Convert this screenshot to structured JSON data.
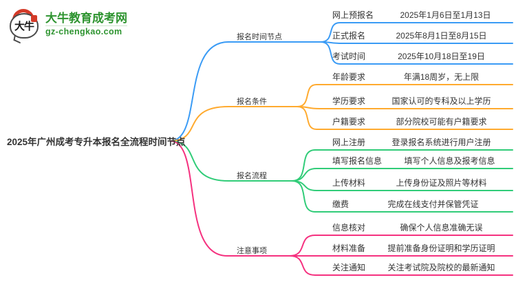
{
  "logo": {
    "icon_text": "大牛",
    "title": "大牛教育成考网",
    "url": "gz-chengkao.com"
  },
  "central": {
    "title": "2025年广州成考专升本报名全流程时间节点"
  },
  "branches": [
    {
      "label": "报名时间节点",
      "color": "#3a9bf5",
      "leaves": [
        {
          "label": "网上预报名",
          "value": "2025年1月6日至1月13日"
        },
        {
          "label": "正式报名",
          "value": "2025年8月1日至8月15日"
        },
        {
          "label": "考试时间",
          "value": "2025年10月18日至19日"
        }
      ]
    },
    {
      "label": "报名条件",
      "color": "#ffaa2e",
      "leaves": [
        {
          "label": "年龄要求",
          "value": "年满18周岁，无上限"
        },
        {
          "label": "学历要求",
          "value": "国家认可的专科及以上学历"
        },
        {
          "label": "户籍要求",
          "value": "部分院校可能有户籍要求"
        }
      ]
    },
    {
      "label": "报名流程",
      "color": "#30cc78",
      "leaves": [
        {
          "label": "网上注册",
          "value": "登录报名系统进行用户注册"
        },
        {
          "label": "填写报名信息",
          "value": "填写个人信息及报考信息"
        },
        {
          "label": "上传材料",
          "value": "上传身份证及照片等材料"
        },
        {
          "label": "缴费",
          "value": "完成在线支付并保管凭证"
        }
      ]
    },
    {
      "label": "注意事项",
      "color": "#f5317f",
      "leaves": [
        {
          "label": "信息核对",
          "value": "确保个人信息准确无误"
        },
        {
          "label": "材料准备",
          "value": "提前准备身份证明和学历证明"
        },
        {
          "label": "关注通知",
          "value": "关注考试院及院校的最新通知"
        }
      ]
    }
  ],
  "colors": {
    "branch_blue": "#3a9bf5",
    "branch_orange": "#ffaa2e",
    "branch_green": "#30cc78",
    "branch_pink": "#f5317f",
    "logo_green": "#2e9430",
    "logo_red": "#d43a28",
    "text_dark": "#333333"
  }
}
